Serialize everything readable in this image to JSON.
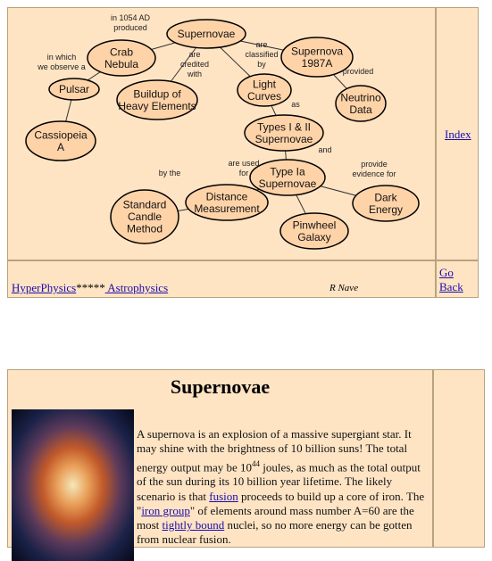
{
  "concept_map": {
    "nodes": {
      "supernovae": [
        "Supernovae"
      ],
      "crab_nebula": [
        "Crab",
        "Nebula"
      ],
      "supernova_1987a": [
        "Supernova",
        "1987A"
      ],
      "pulsar": [
        "Pulsar"
      ],
      "buildup": [
        "Buildup of",
        "Heavy Elements"
      ],
      "light_curves": [
        "Light",
        "Curves"
      ],
      "neutrino": [
        "Neutrino",
        "Data"
      ],
      "cassiopeia": [
        "Cassiopeia",
        "A"
      ],
      "types_1_2": [
        "Types I & II",
        "Supernovae"
      ],
      "type_1a": [
        "Type Ia",
        "Supernovae"
      ],
      "distance": [
        "Distance",
        "Measurement"
      ],
      "standard_candle": [
        "Standard",
        "Candle",
        "Method"
      ],
      "dark_energy": [
        "Dark",
        "Energy"
      ],
      "pinwheel": [
        "Pinwheel",
        "Galaxy"
      ]
    },
    "labels": {
      "produced": [
        "in 1054 AD",
        "produced"
      ],
      "observe": [
        "in which",
        "we observe a"
      ],
      "credited": [
        "are",
        "credited",
        "with"
      ],
      "classified": [
        "are",
        "classified",
        "by"
      ],
      "provided": [
        "provided"
      ],
      "as": [
        "as"
      ],
      "and": [
        "and"
      ],
      "by_the": [
        "by the"
      ],
      "used_for": [
        "are used",
        "for"
      ],
      "evidence": [
        "provide",
        "evidence for"
      ]
    },
    "colors": {
      "node_fill": "#ffd3a8",
      "node_stroke": "#000000",
      "line": "#333333"
    }
  },
  "side_nav": {
    "index_label": "Index"
  },
  "footer": {
    "hyperphysics_label": "HyperPhysics",
    "stars": "*****",
    "astrophysics_label": " Astrophysics",
    "author": "R Nave",
    "go_label": "Go",
    "back_label": "Back"
  },
  "article": {
    "title": "Supernovae",
    "image_name": "crab-nebula-photo",
    "p1_a": "A supernova is an explosion of a massive supergiant star. It may shine with the brightness of 10 billion suns! The total energy output may be 10",
    "p1_exp": "44",
    "p1_b": " joules, as much as the total output of the sun during its 10 billion year lifetime. The likely scenario is that ",
    "link_fusion": "fusion",
    "p1_c": " proceeds to build up a core of iron. The \"",
    "link_iron_group": "iron group",
    "p1_d": "\" of elements around mass number A=60 are the most ",
    "link_tightly_bound": "tightly bound",
    "p1_e": " nuclei, so no more energy can be gotten from nuclear fusion."
  }
}
